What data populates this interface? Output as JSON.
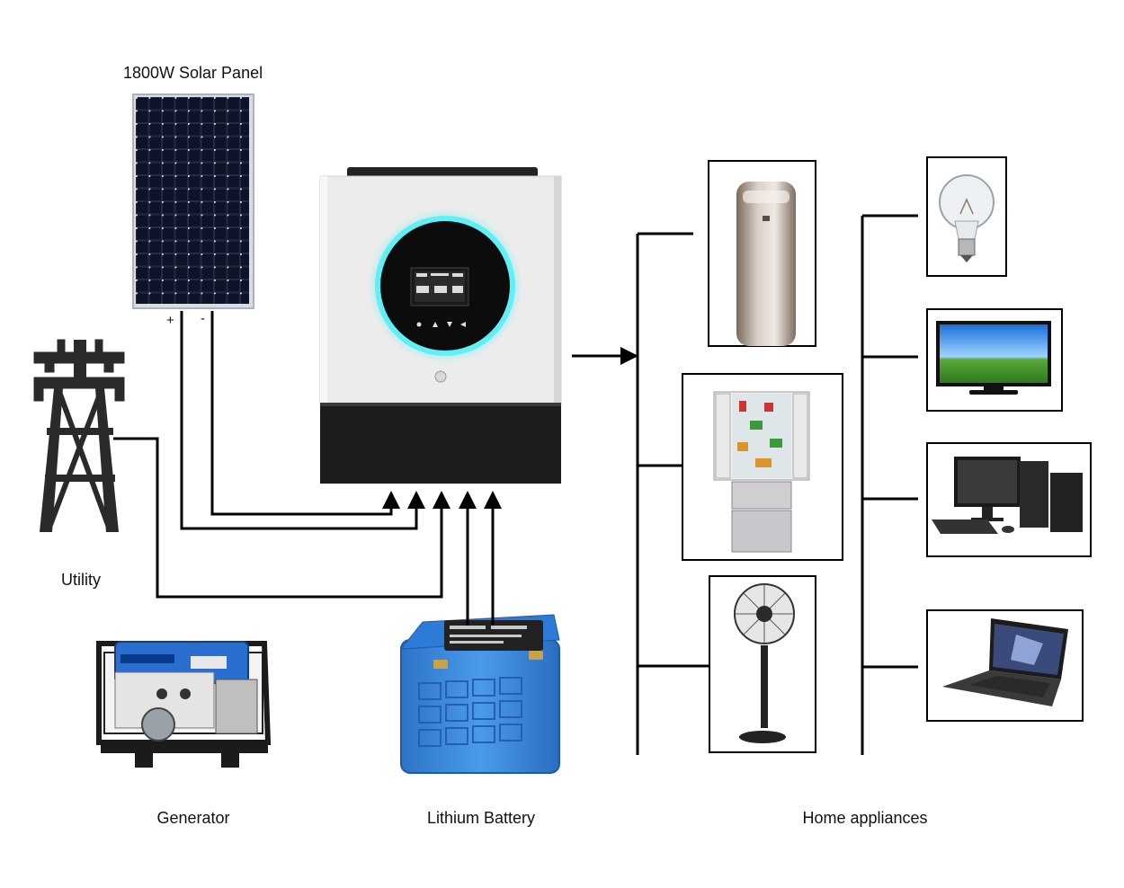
{
  "labels": {
    "solar_panel": "1800W Solar Panel",
    "utility": "Utility",
    "generator": "Generator",
    "battery": "Lithium Battery",
    "home_appliances": "Home appliances"
  },
  "solar_terminals": {
    "positive": "+",
    "negative": "-"
  },
  "inverter": {
    "ring_color": "#5ff0f5",
    "body_color": "#eeeeee",
    "base_color": "#1c1c1c"
  },
  "appliances_left": [
    "air-conditioner-icon",
    "refrigerator-icon",
    "fan-icon"
  ],
  "appliances_right": [
    "light-bulb-icon",
    "television-icon",
    "desktop-computer-icon",
    "laptop-icon"
  ],
  "colors": {
    "wire": "#000000",
    "panel_cell": "#141a2e",
    "battery_blue": "#3a86d8",
    "generator_blue": "#2a6fd0"
  }
}
